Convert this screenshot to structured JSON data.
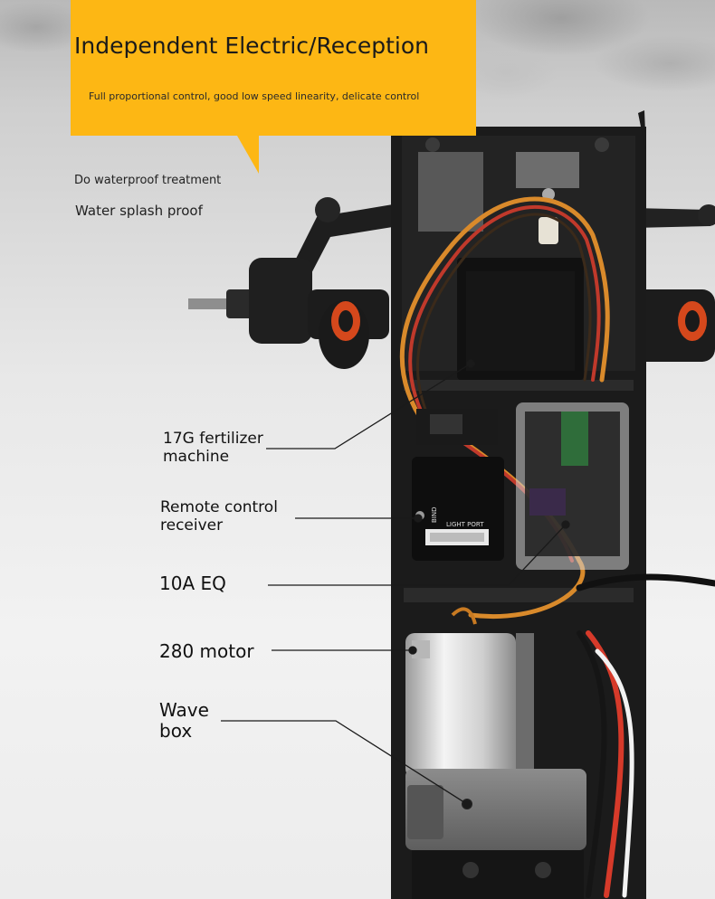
{
  "header": {
    "title": "Independent Electric/Reception",
    "subtitle": "Full proportional control, good low speed linearity, delicate control"
  },
  "features": [
    "Do waterproof treatment",
    "Water splash proof"
  ],
  "callouts": [
    {
      "lines": [
        "17G fertilizer",
        "machine"
      ]
    },
    {
      "lines": [
        "Remote control",
        "receiver"
      ]
    },
    {
      "lines": [
        "10A EQ"
      ]
    },
    {
      "lines": [
        "280 motor"
      ]
    },
    {
      "lines": [
        "Wave",
        "box"
      ]
    }
  ],
  "receiver_labels": {
    "bind": "BIND",
    "light_port": "LIGHT PORT"
  },
  "colors": {
    "accent": "#fdb714",
    "chassis": "#1b1b1b"
  }
}
